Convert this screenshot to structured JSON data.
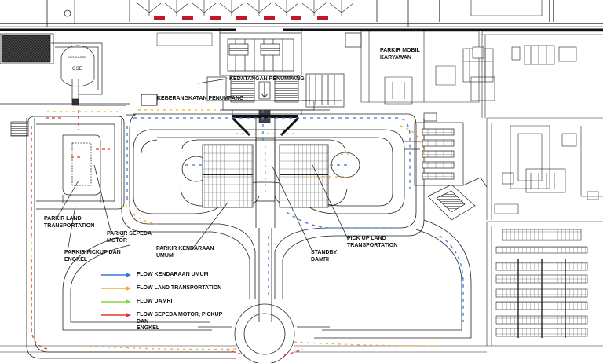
{
  "labels": {
    "kedatangan": "KEDATANGAN PENUMPANG",
    "keberangkatan": "KEBERANGKATAN PENUMPANG",
    "parkir_karyawan": "PARKIR MOBIL\nKARYAWAN",
    "parkir_land": "PARKIR LAND\nTRANSPORTATION",
    "parkir_sepeda": "PARKIR SEPEDA\nMOTOR",
    "parkir_pickup": "PARKIR PICKUP DAN\nENGKEL",
    "parkir_umum": "PARKIR KENDARAAN\nUMUM",
    "pickup_land": "PICK UP LAND\nTRANSPORTATION",
    "standby_damri": "STANDBY\nDAMRI",
    "gse": "GSE",
    "apron_gse": "APRON GSE"
  },
  "legend": [
    {
      "label": "FLOW KENDARAAN UMUM",
      "color": "#3b78d8",
      "icon": "arrow-right-icon"
    },
    {
      "label": "FLOW LAND TRANSPORTATION",
      "color": "#f0ac2a",
      "icon": "arrow-right-icon"
    },
    {
      "label": "FLOW DAMRI",
      "color": "#8fcf4a",
      "icon": "arrow-right-icon"
    },
    {
      "label": "FLOW SEPEDA MOTOR, PICKUP DAN\nENGKEL",
      "color": "#e23a2a",
      "icon": "arrow-right-icon"
    }
  ],
  "colors": {
    "line": "#222222",
    "apron_red": "#c0182a",
    "umum": "#3b78d8",
    "land": "#f0ac2a",
    "damri": "#8fcf4a",
    "motor": "#e23a2a"
  }
}
